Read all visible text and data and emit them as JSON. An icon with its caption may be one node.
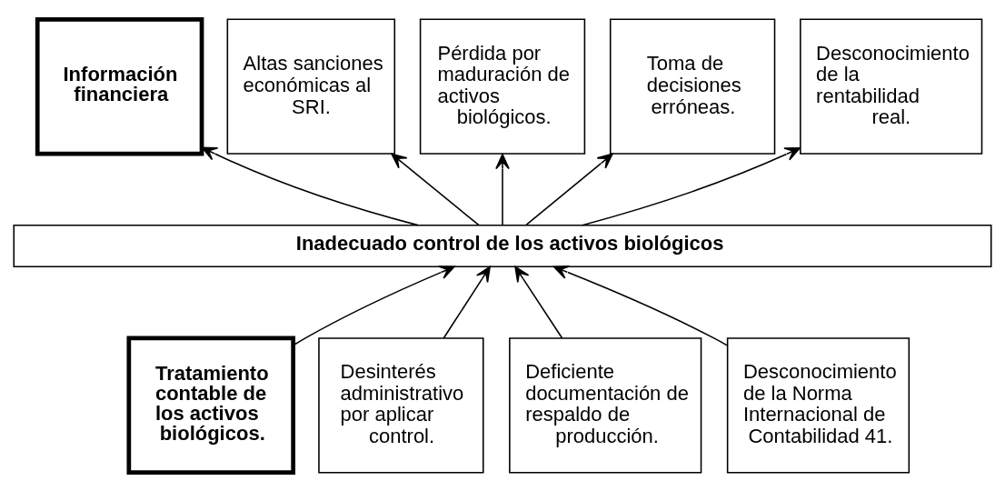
{
  "diagram": {
    "nodes": [
      {
        "text": [
          "Información financiera"
        ]
      },
      {
        "text": [
          "Altas sanciones económicas al SRI."
        ]
      },
      {
        "text": [
          "Pérdida por maduración de activos biológicos."
        ]
      },
      {
        "text": [
          "Toma de decisiones erróneas."
        ]
      },
      {
        "text": [
          "Desconocimiento de la rentabilidad real."
        ]
      },
      {
        "text": [
          "Inadecuado control de los activos biológicos"
        ]
      },
      {
        "text": [
          "Tratamiento contable de los activos biológicos."
        ]
      },
      {
        "text": [
          "Desinterés administrativo por aplicar control."
        ]
      },
      {
        "text": [
          "Deficiente documentación de respaldo de producción."
        ]
      },
      {
        "text": [
          "Desconocimiento de la Norma Internacional de Contabilidad 41."
        ]
      }
    ],
    "edges": [
      {
        "from": 5,
        "to": 0,
        "arrow": "to"
      },
      {
        "from": 5,
        "to": 1,
        "arrow": "to"
      },
      {
        "from": 5,
        "to": 2,
        "arrow": "to"
      },
      {
        "from": 5,
        "to": 3,
        "arrow": "to"
      },
      {
        "from": 5,
        "to": 4,
        "arrow": "to"
      },
      {
        "from": 6,
        "to": 5,
        "arrow": "to"
      },
      {
        "from": 7,
        "to": 5,
        "arrow": "to"
      },
      {
        "from": 8,
        "to": 5,
        "arrow": "to"
      },
      {
        "from": 9,
        "to": 5,
        "arrow": "to"
      }
    ]
  }
}
